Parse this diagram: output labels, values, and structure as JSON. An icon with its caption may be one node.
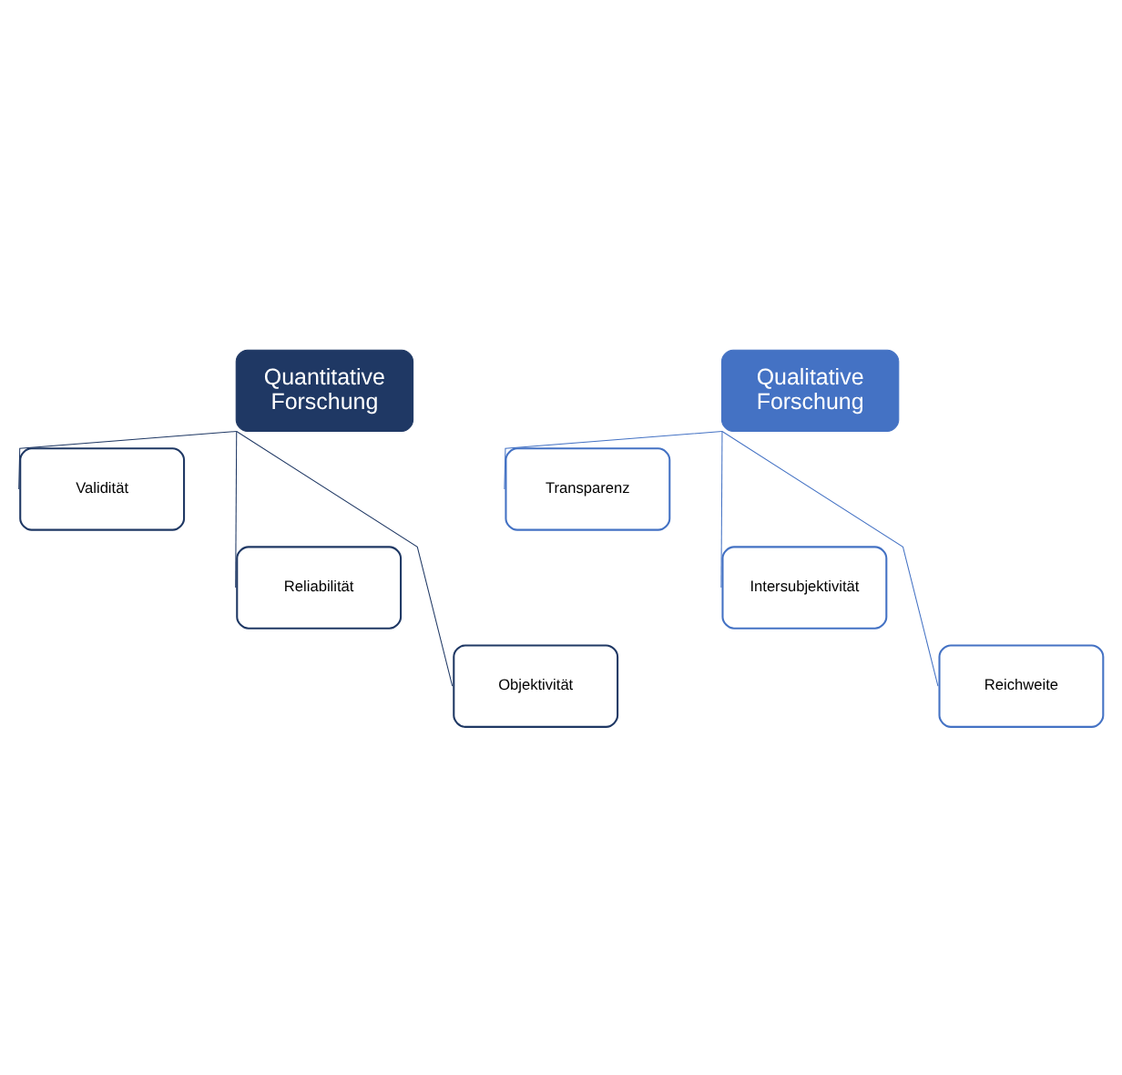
{
  "diagram": {
    "nodes": [
      {
        "text": [
          "Quantitative Forschung"
        ]
      },
      {
        "text": [
          "Validität"
        ]
      },
      {
        "text": [
          "Reliabilität"
        ]
      },
      {
        "text": [
          "Objektivität"
        ]
      },
      {
        "text": [
          "Qualitative Forschung"
        ]
      },
      {
        "text": [
          "Transparenz"
        ]
      },
      {
        "text": [
          "Intersubjektivität"
        ]
      },
      {
        "text": [
          "Reichweite"
        ]
      }
    ],
    "edges": [
      {
        "from": 0,
        "to": 1,
        "arrow": "none"
      },
      {
        "from": 0,
        "to": 2,
        "arrow": "none"
      },
      {
        "from": 0,
        "to": 3,
        "arrow": "none"
      },
      {
        "from": 4,
        "to": 5,
        "arrow": "none",
        "color": "#4472c4"
      },
      {
        "from": 4,
        "to": 6,
        "arrow": "none",
        "color": "#4472c4"
      },
      {
        "from": 4,
        "to": 7,
        "arrow": "none",
        "color": "#4472c4"
      }
    ]
  }
}
